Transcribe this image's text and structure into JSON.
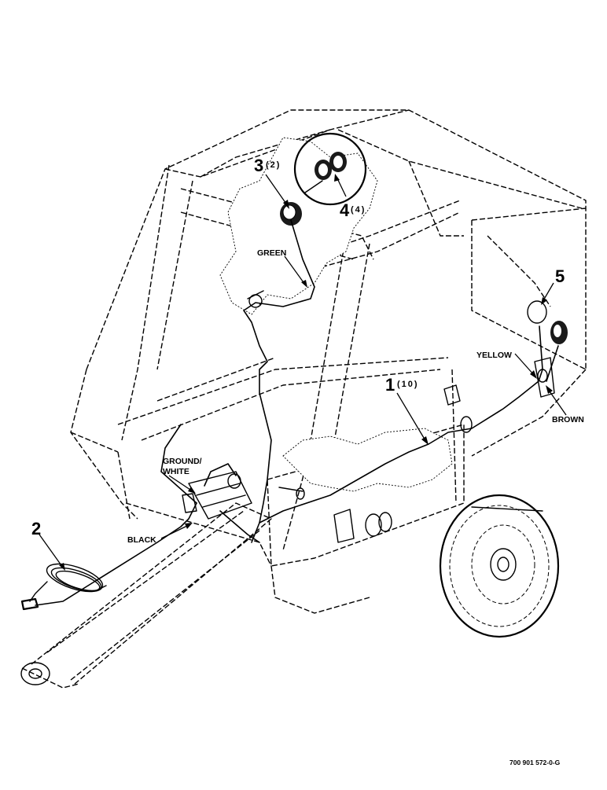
{
  "callouts": [
    {
      "num": "1",
      "qty": "(10)"
    },
    {
      "num": "2",
      "qty": ""
    },
    {
      "num": "3",
      "qty": "(2)"
    },
    {
      "num": "4",
      "qty": "(4)"
    },
    {
      "num": "5",
      "qty": ""
    }
  ],
  "wire_labels": {
    "green": "GREEN",
    "yellow": "YELLOW",
    "brown": "BROWN",
    "ground_line1": "GROUND/",
    "ground_line2": "WHITE",
    "black": "BLACK"
  },
  "drawing_number": "700 901 572-0-G"
}
